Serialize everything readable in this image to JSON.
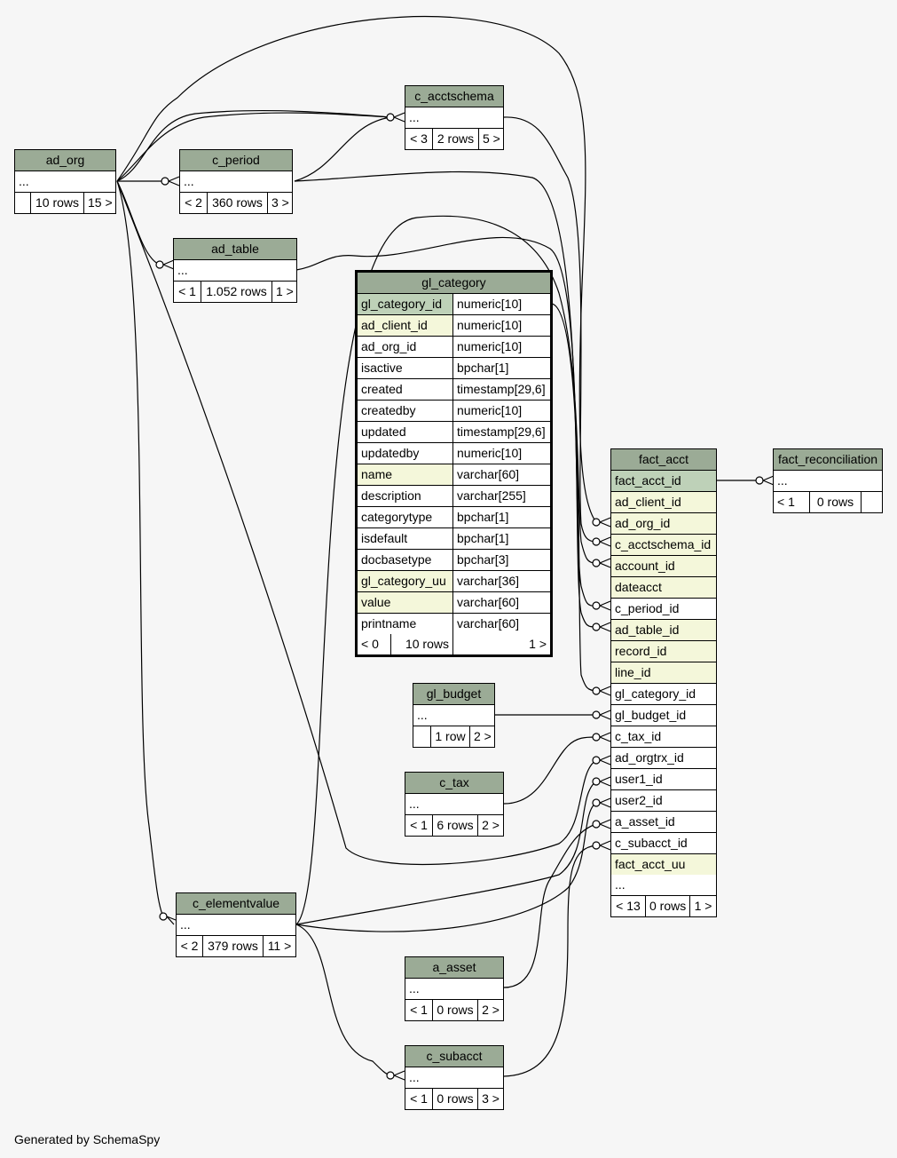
{
  "footer": "Generated by SchemaSpy",
  "tables": {
    "ad_org": {
      "name": "ad_org",
      "ellipsis": "...",
      "parents": "",
      "rows": "10 rows",
      "children": "15 >"
    },
    "c_period": {
      "name": "c_period",
      "ellipsis": "...",
      "parents": "< 2",
      "rows": "360 rows",
      "children": "3 >"
    },
    "ad_table": {
      "name": "ad_table",
      "ellipsis": "...",
      "parents": "< 1",
      "rows": "1.052 rows",
      "children": "1 >"
    },
    "c_acctschema": {
      "name": "c_acctschema",
      "ellipsis": "...",
      "parents": "< 3",
      "rows": "2 rows",
      "children": "5 >"
    },
    "gl_budget": {
      "name": "gl_budget",
      "ellipsis": "...",
      "parents": "",
      "rows": "1 row",
      "children": "2 >"
    },
    "c_tax": {
      "name": "c_tax",
      "ellipsis": "...",
      "parents": "< 1",
      "rows": "6 rows",
      "children": "2 >"
    },
    "c_elementvalue": {
      "name": "c_elementvalue",
      "ellipsis": "...",
      "parents": "< 2",
      "rows": "379 rows",
      "children": "11 >"
    },
    "a_asset": {
      "name": "a_asset",
      "ellipsis": "...",
      "parents": "< 1",
      "rows": "0 rows",
      "children": "2 >"
    },
    "c_subacct": {
      "name": "c_subacct",
      "ellipsis": "...",
      "parents": "< 1",
      "rows": "0 rows",
      "children": "3 >"
    },
    "fact_reconciliation": {
      "name": "fact_reconciliation",
      "ellipsis": "...",
      "parents": "< 1",
      "rows": "0 rows",
      "children": ""
    }
  },
  "gl_category": {
    "name": "gl_category",
    "columns": [
      {
        "name": "gl_category_id",
        "type": "numeric[10]",
        "kind": "pk"
      },
      {
        "name": "ad_client_id",
        "type": "numeric[10]",
        "kind": "idx"
      },
      {
        "name": "ad_org_id",
        "type": "numeric[10]",
        "kind": ""
      },
      {
        "name": "isactive",
        "type": "bpchar[1]",
        "kind": ""
      },
      {
        "name": "created",
        "type": "timestamp[29,6]",
        "kind": ""
      },
      {
        "name": "createdby",
        "type": "numeric[10]",
        "kind": ""
      },
      {
        "name": "updated",
        "type": "timestamp[29,6]",
        "kind": ""
      },
      {
        "name": "updatedby",
        "type": "numeric[10]",
        "kind": ""
      },
      {
        "name": "name",
        "type": "varchar[60]",
        "kind": "idx"
      },
      {
        "name": "description",
        "type": "varchar[255]",
        "kind": ""
      },
      {
        "name": "categorytype",
        "type": "bpchar[1]",
        "kind": ""
      },
      {
        "name": "isdefault",
        "type": "bpchar[1]",
        "kind": ""
      },
      {
        "name": "docbasetype",
        "type": "bpchar[3]",
        "kind": ""
      },
      {
        "name": "gl_category_uu",
        "type": "varchar[36]",
        "kind": "idx"
      },
      {
        "name": "value",
        "type": "varchar[60]",
        "kind": "idx"
      },
      {
        "name": "printname",
        "type": "varchar[60]",
        "kind": ""
      }
    ],
    "parents": "< 0",
    "rows": "10 rows",
    "children": "1 >"
  },
  "fact_acct": {
    "name": "fact_acct",
    "columns": [
      {
        "name": "fact_acct_id",
        "kind": "pk"
      },
      {
        "name": "ad_client_id",
        "kind": "idx"
      },
      {
        "name": "ad_org_id",
        "kind": "idx"
      },
      {
        "name": "c_acctschema_id",
        "kind": "idx"
      },
      {
        "name": "account_id",
        "kind": "idx"
      },
      {
        "name": "dateacct",
        "kind": "idx"
      },
      {
        "name": "c_period_id",
        "kind": ""
      },
      {
        "name": "ad_table_id",
        "kind": "idx"
      },
      {
        "name": "record_id",
        "kind": "idx"
      },
      {
        "name": "line_id",
        "kind": "idx"
      },
      {
        "name": "gl_category_id",
        "kind": ""
      },
      {
        "name": "gl_budget_id",
        "kind": ""
      },
      {
        "name": "c_tax_id",
        "kind": ""
      },
      {
        "name": "ad_orgtrx_id",
        "kind": ""
      },
      {
        "name": "user1_id",
        "kind": ""
      },
      {
        "name": "user2_id",
        "kind": ""
      },
      {
        "name": "a_asset_id",
        "kind": ""
      },
      {
        "name": "c_subacct_id",
        "kind": ""
      },
      {
        "name": "fact_acct_uu",
        "kind": "idx"
      }
    ],
    "ellipsis": "...",
    "parents": "< 13",
    "rows": "0 rows",
    "children": "1 >"
  }
}
